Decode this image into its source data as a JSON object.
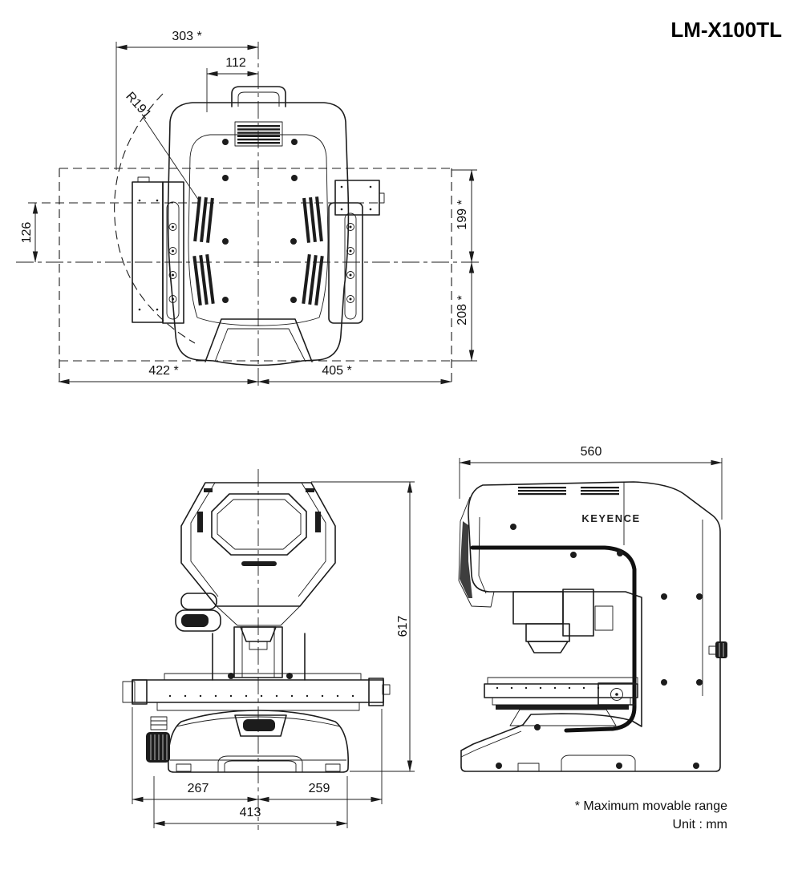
{
  "title": "LM-X100TL",
  "logo_text": "KEYENCE",
  "notes": {
    "range": "* Maximum movable range",
    "unit": "Unit : mm"
  },
  "top_view": {
    "dims": {
      "overall_width": "303 *",
      "head_width": "112",
      "rotation_radius": "R191",
      "left_range": "126",
      "right_upper_range": "199 *",
      "right_lower_range": "208 *",
      "bottom_left_range": "422 *",
      "bottom_right_range": "405 *"
    }
  },
  "front_view": {
    "dims": {
      "height": "617",
      "stage_left": "267",
      "stage_right": "259",
      "base_width": "413"
    }
  },
  "side_view": {
    "dims": {
      "depth": "560"
    }
  }
}
